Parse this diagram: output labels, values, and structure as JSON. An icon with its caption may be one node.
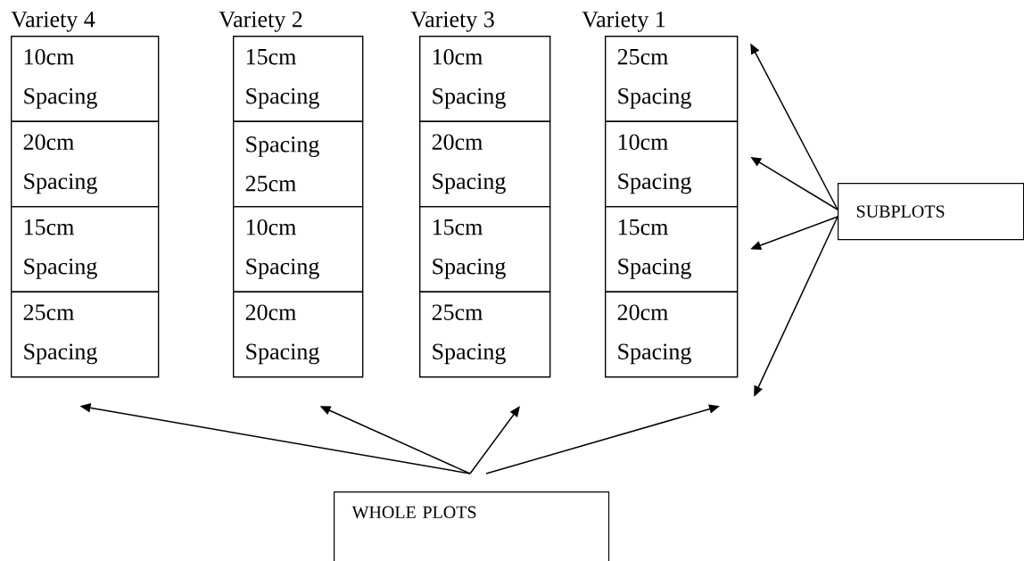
{
  "diagram": {
    "nodes": [
      {
        "text": [
          "Variety 4"
        ]
      },
      {
        "text": [
          "10cm Spacing"
        ],
        "in": 0
      },
      {
        "text": [
          "20cm Spacing"
        ],
        "in": 0
      },
      {
        "text": [
          "15cm Spacing"
        ],
        "in": 0
      },
      {
        "text": [
          "25cm Spacing"
        ],
        "in": 0
      },
      {
        "text": [
          "Variety 2"
        ]
      },
      {
        "text": [
          "15cm Spacing"
        ],
        "in": 5
      },
      {
        "text": [
          "Spacing 25cm"
        ],
        "in": 5
      },
      {
        "text": [
          "10cm Spacing"
        ],
        "in": 5
      },
      {
        "text": [
          "20cm Spacing"
        ],
        "in": 5
      },
      {
        "text": [
          "Variety 3"
        ]
      },
      {
        "text": [
          "10cm Spacing"
        ],
        "in": 10
      },
      {
        "text": [
          "20cm Spacing"
        ],
        "in": 10
      },
      {
        "text": [
          "15cm Spacing"
        ],
        "in": 10
      },
      {
        "text": [
          "25cm Spacing"
        ],
        "in": 10
      },
      {
        "text": [
          "Variety 1"
        ]
      },
      {
        "text": [
          "25cm Spacing"
        ],
        "in": 15
      },
      {
        "text": [
          "10cm Spacing"
        ],
        "in": 15
      },
      {
        "text": [
          "15cm Spacing"
        ],
        "in": 15
      },
      {
        "text": [
          "20cm Spacing"
        ],
        "in": 15
      },
      {
        "text": [
          "SUBPLOTS"
        ]
      },
      {
        "text": [
          "WHOLE PLOTS"
        ]
      }
    ],
    "edges": [
      {
        "from": 20,
        "to": 16,
        "arrow": "to"
      },
      {
        "from": 20,
        "to": 17,
        "arrow": "to"
      },
      {
        "from": 20,
        "to": 18,
        "arrow": "to"
      },
      {
        "from": 20,
        "to": 19,
        "arrow": "to"
      },
      {
        "from": 21,
        "to": 0,
        "arrow": "to"
      },
      {
        "from": 21,
        "to": 5,
        "arrow": "to"
      },
      {
        "from": 21,
        "to": 10,
        "arrow": "to"
      },
      {
        "from": 21,
        "to": 15,
        "arrow": "to"
      }
    ]
  }
}
